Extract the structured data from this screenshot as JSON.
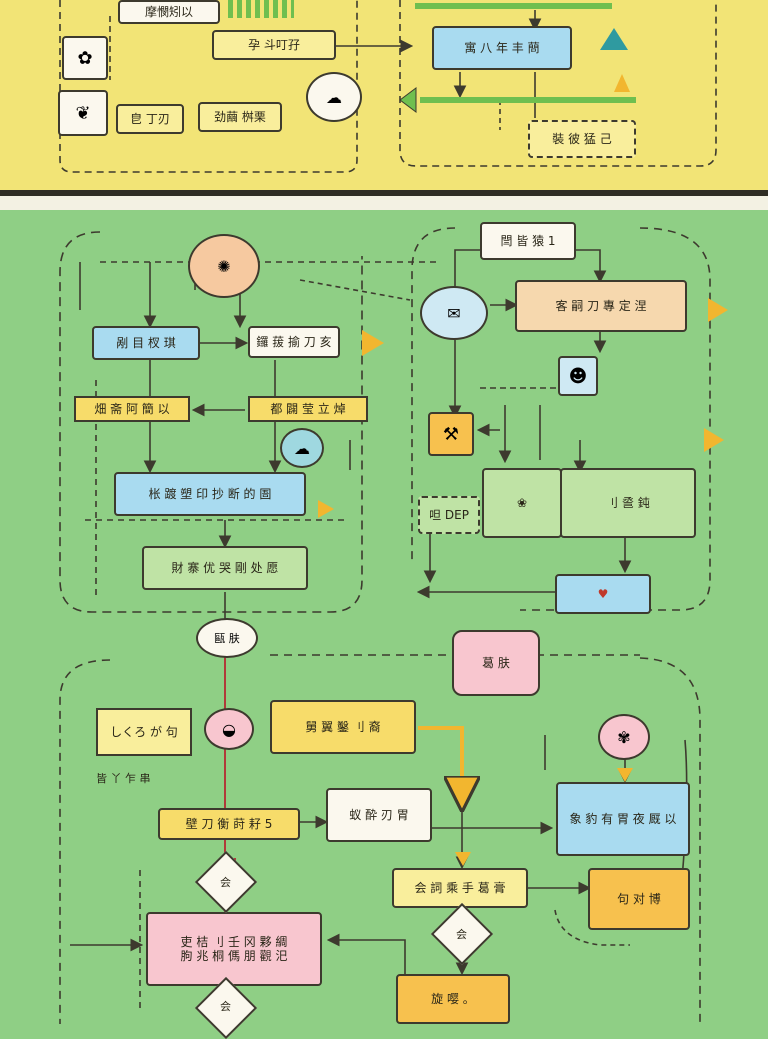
{
  "colors": {
    "top_panel": "#f2e476",
    "bottom_panel": "#8fcf85",
    "line": "#3d3a2e",
    "arrow_yellow": "#f2b62f",
    "arrow_green": "#6fbf4f"
  },
  "top": {
    "box1": "摩憫矧以",
    "box2": "孕 斗叮孖",
    "box3": "寓 八 年 丰 蔄",
    "box4": "皀 丁刃",
    "box5": "劲繭 桝栗",
    "box6": "裝 彼 猛 己",
    "icons": [
      "flower-icon",
      "plant-icon",
      "fish-icon"
    ]
  },
  "mid": {
    "title_box": "閆 皆 猿 1",
    "box_blue_left": "剐 目 杈 琪",
    "box_white_mid": "鑼 菝 揄 刀 亥",
    "box_right_peach": "客 嗣 刀 專 定 涅",
    "ribbon_left": "畑 斋 阿 簡 以",
    "ribbon_mid": "都 闢 莹 立 焯",
    "box_long_blue": "枨 踱 塑 印 抄 断 的 圄",
    "box_long_green": "財 寨 优 哭 剛 处 愿",
    "box_sub_left": "呾 DEP",
    "box_sub_right": "刂 巹 鈍",
    "connector_label": "甌 肤",
    "icons": [
      "brain-icon",
      "bundle-icon",
      "tool-icon",
      "cloud-icon",
      "leaf-icon",
      "cat-icon"
    ]
  },
  "bottom": {
    "pink_title": "葛 肤",
    "box_note_left": "しくろ が 句",
    "box_yellow_top": "舅 翼 鑿 刂 裔",
    "box_yellow_mid": "壁 刀 衡 莳 耔 5",
    "box_white_mid": "蚁 酔 刃 胃",
    "box_blue_right": "象 豹 有 胃 夜 厩 以",
    "box_yellow_center": "会 詞 乘 手 葛 膏",
    "box_orange_right": "句 对 博",
    "box_pink_big_line1": "吏 桔 刂 壬 冈 夥 綢",
    "box_pink_big_line2": "朐 兆 桐 傌 朋 觀 汜",
    "box_bottom_yellow": "旋 嘤 。",
    "diamond1": "会",
    "diamond2": "会",
    "diamond3": "会",
    "side_note": "皆 丫 乍 串",
    "icons": [
      "bowl-icon",
      "flower-bud-icon",
      "heart-icon"
    ]
  }
}
